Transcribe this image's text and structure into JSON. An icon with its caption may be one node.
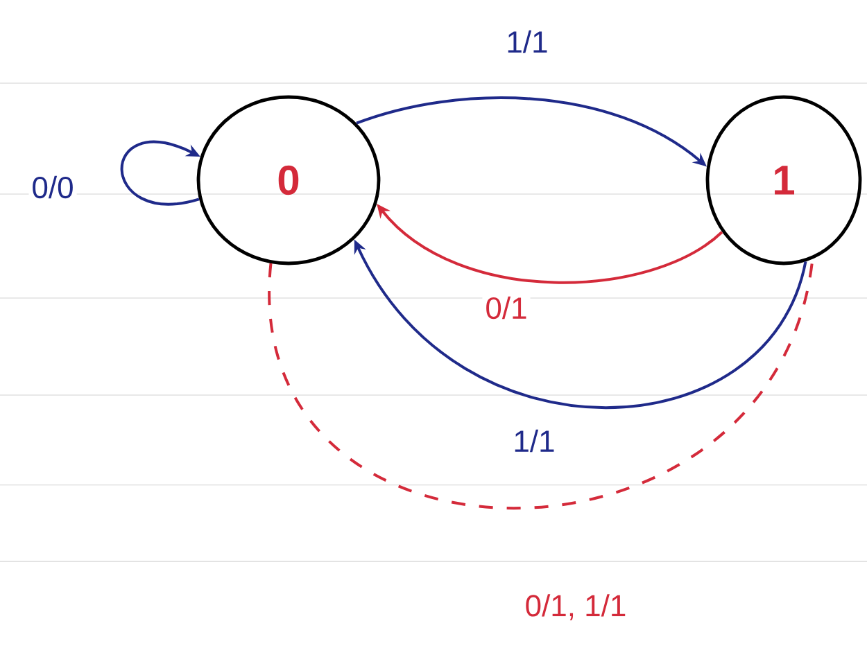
{
  "diagram": {
    "nodes": [
      {
        "text": [
          "0"
        ]
      },
      {
        "text": [
          "1"
        ]
      }
    ],
    "edges": [
      {
        "from": 0,
        "to": 0,
        "arrow": "to",
        "label": "0/0"
      },
      {
        "from": 0,
        "to": 1,
        "arrow": "to",
        "label": "1/1"
      },
      {
        "from": 1,
        "to": 0,
        "arrow": "to",
        "label": "0/1",
        "color": "#d42a3a"
      },
      {
        "from": 1,
        "to": 0,
        "arrow": "to",
        "label": "1/1"
      },
      {
        "from": 0,
        "to": 1,
        "arrow": "none",
        "label": "0/1, 1/1",
        "style": "dashed",
        "color": "#d42a3a"
      }
    ]
  }
}
